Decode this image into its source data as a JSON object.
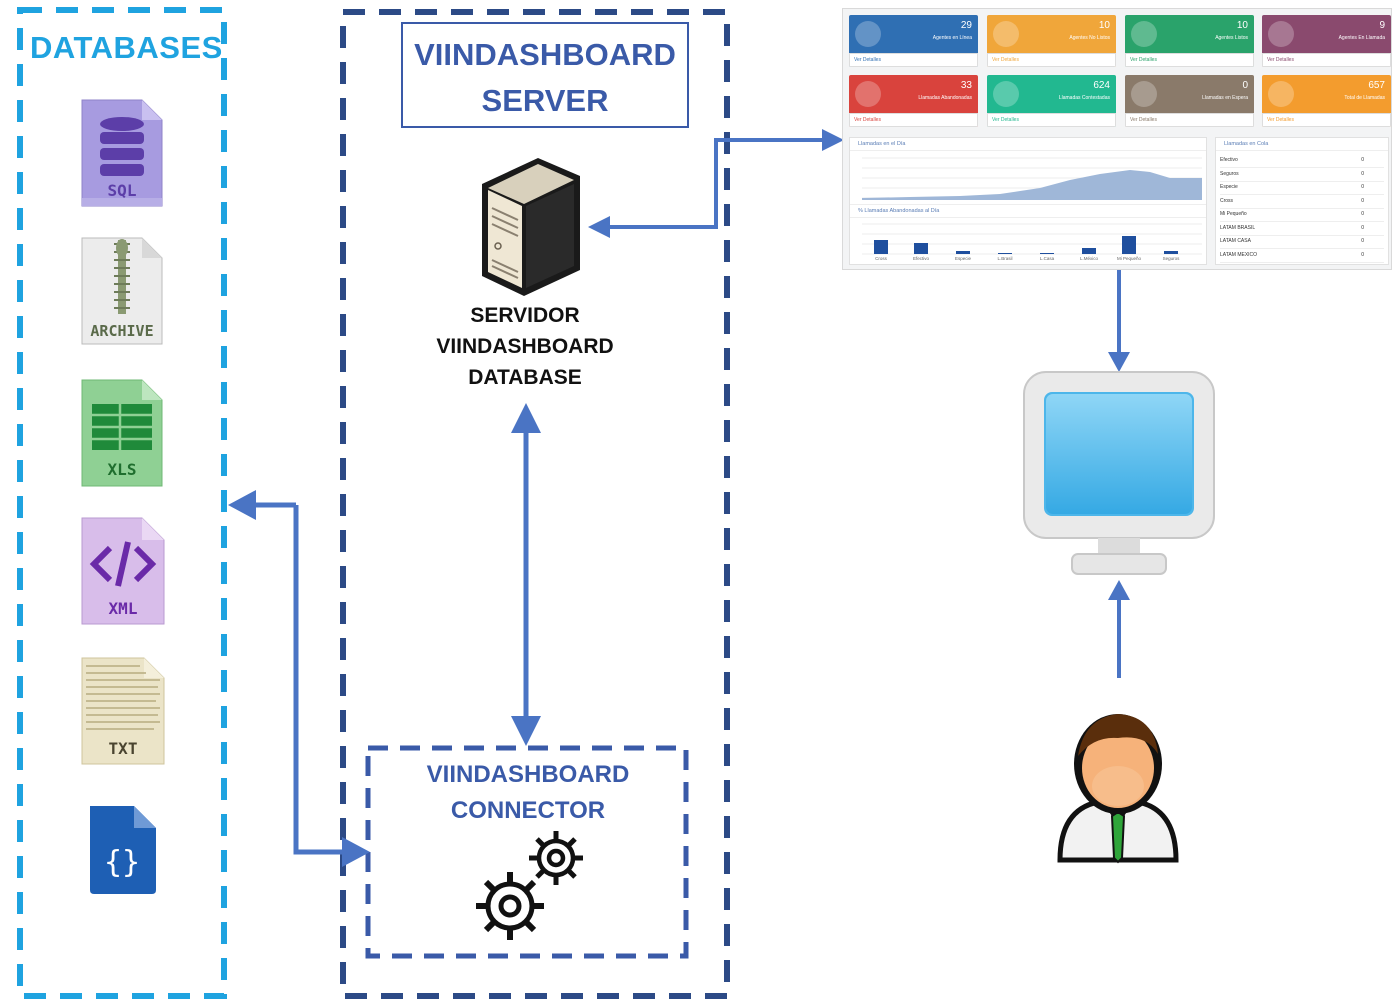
{
  "databases": {
    "title": "DATABASES",
    "files": [
      {
        "label": "SQL",
        "icon": "sql-file-icon",
        "color": "#9b8fd4"
      },
      {
        "label": "ARCHIVE",
        "icon": "archive-file-icon",
        "color": "#e4e4e4"
      },
      {
        "label": "XLS",
        "icon": "xls-file-icon",
        "color": "#86cc8a"
      },
      {
        "label": "XML",
        "icon": "xml-file-icon",
        "color": "#d3b7e6"
      },
      {
        "label": "TXT",
        "icon": "txt-file-icon",
        "color": "#e8e0c4"
      },
      {
        "label": "",
        "icon": "json-file-icon",
        "color": "#1e5fb4"
      }
    ]
  },
  "server": {
    "title_line1": "VIINDASHBOARD",
    "title_line2": "SERVER",
    "db_label_line1": "SERVIDOR",
    "db_label_line2": "VIINDASHBOARD",
    "db_label_line3": "DATABASE"
  },
  "connector": {
    "title_line1": "VIINDASHBOARD",
    "title_line2": "CONNECTOR"
  },
  "dashboard": {
    "tiles": [
      {
        "value": "29",
        "label": "Agentes en Línea",
        "color": "#2f6fb3",
        "footer": "Ver Detalles"
      },
      {
        "value": "10",
        "label": "Agentes No Listos",
        "color": "#f0a63a",
        "footer": "Ver Detalles"
      },
      {
        "value": "10",
        "label": "Agentes Listos",
        "color": "#2aa36b",
        "footer": "Ver Detalles"
      },
      {
        "value": "9",
        "label": "Agentes En Llamada",
        "color": "#8a4a6e",
        "footer": "Ver Detalles"
      },
      {
        "value": "33",
        "label": "Llamadas Abandonadas",
        "color": "#d9433d",
        "footer": "Ver Detalles"
      },
      {
        "value": "624",
        "label": "Llamadas Contestadas",
        "color": "#22b890",
        "footer": "Ver Detalles"
      },
      {
        "value": "0",
        "label": "Llamadas en Espera",
        "color": "#8a7a6a",
        "footer": "Ver Detalles"
      },
      {
        "value": "657",
        "label": "Total de Llamadas",
        "color": "#f39c2e",
        "footer": "Ver Detalles"
      }
    ],
    "line_panel_title": "Llamadas en el Día",
    "bar_panel_title": "% Llamadas Abandonadas al Día",
    "bar_categories": [
      "Cross",
      "Efectivo",
      "Especie",
      "L.Brasil",
      "L.Casa",
      "L.México",
      "Mi Pequeño",
      "Seguros"
    ],
    "queue_panel_title": "Llamadas en Cola",
    "queues": [
      {
        "name": "Efectivo",
        "value": "0"
      },
      {
        "name": "Seguros",
        "value": "0"
      },
      {
        "name": "Especie",
        "value": "0"
      },
      {
        "name": "Cross",
        "value": "0"
      },
      {
        "name": "Mi Pequeño",
        "value": "0"
      },
      {
        "name": "LATAM BRASIL",
        "value": "0"
      },
      {
        "name": "LATAM CASA",
        "value": "0"
      },
      {
        "name": "LATAM MEXICO",
        "value": "0"
      }
    ]
  },
  "colors": {
    "db_border": "#1fa3e0",
    "server_border": "#2c4a86",
    "arrow": "#4a74c4"
  }
}
